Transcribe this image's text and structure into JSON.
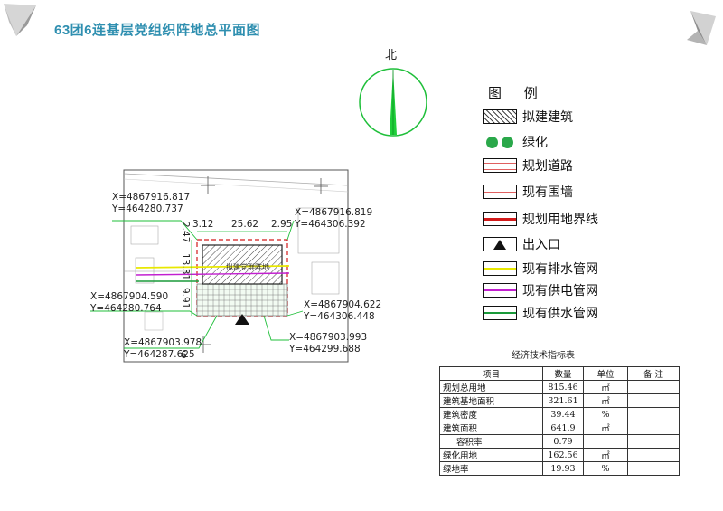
{
  "title": "63团6连基层党组织阵地总平面图",
  "north": "北",
  "legend": {
    "title": "图 例",
    "items": [
      {
        "symbol": "hatch-icon",
        "label": "拟建建筑"
      },
      {
        "symbol": "greening-icon",
        "label": "绿化"
      },
      {
        "symbol": "planned-road-icon",
        "label": "规划道路"
      },
      {
        "symbol": "existing-wall-icon",
        "label": "现有围墙"
      },
      {
        "symbol": "land-boundary-icon",
        "label": "规划用地界线"
      },
      {
        "symbol": "entrance-triangle-icon",
        "label": "出入口"
      },
      {
        "symbol": "drainage-line-icon",
        "label": "现有排水管网",
        "color": "#e8e800"
      },
      {
        "symbol": "power-line-icon",
        "label": "现有供电管网",
        "color": "#c21fd0"
      },
      {
        "symbol": "water-line-icon",
        "label": "现有供水管网",
        "color": "#1a9a3a"
      }
    ]
  },
  "coords": [
    {
      "x": "X=4867916.817",
      "y": "Y=464280.737"
    },
    {
      "x": "X=4867916.819",
      "y": "Y=464306.392"
    },
    {
      "x": "X=4867904.590",
      "y": "Y=464280.764"
    },
    {
      "x": "X=4867904.622",
      "y": "Y=464306.448"
    },
    {
      "x": "X=4867903.978",
      "y": "Y=464287.625"
    },
    {
      "x": "X=4867903.993",
      "y": "Y=464299.688"
    }
  ],
  "dims": {
    "top_left": "3.12",
    "top_mid": "25.62",
    "top_right": "2.95",
    "left_top": "2.47",
    "left_mid": "13.31",
    "left_bot": "9.91",
    "bottom": "6"
  },
  "building_label": "拟建党群阵地",
  "table": {
    "title": "经济技术指标表",
    "headers": [
      "项目",
      "数量",
      "单位",
      "备 注"
    ],
    "rows": [
      {
        "item": "规划总用地",
        "qty": "815.46",
        "unit": "㎡",
        "note": ""
      },
      {
        "item": "建筑基地面积",
        "qty": "321.61",
        "unit": "㎡",
        "note": ""
      },
      {
        "item": "建筑密度",
        "qty": "39.44",
        "unit": "%",
        "note": ""
      },
      {
        "item": "建筑面积",
        "qty": "641.9",
        "unit": "㎡",
        "note": ""
      },
      {
        "item": "容积率",
        "qty": "0.79",
        "unit": "",
        "note": ""
      },
      {
        "item": "绿化用地",
        "qty": "162.56",
        "unit": "㎡",
        "note": ""
      },
      {
        "item": "绿地率",
        "qty": "19.93",
        "unit": "%",
        "note": ""
      }
    ]
  }
}
